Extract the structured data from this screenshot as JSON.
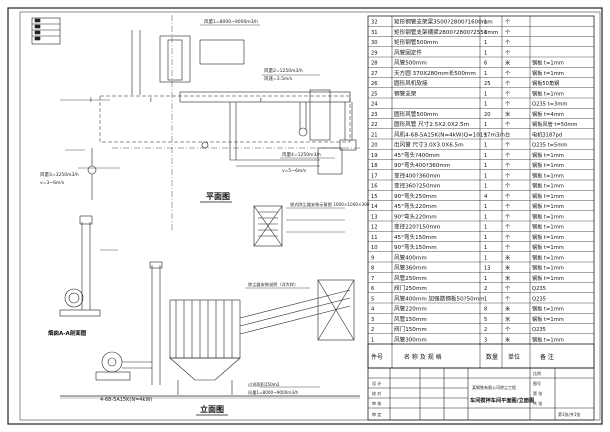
{
  "drawing": {
    "plan_view_title": "平面图",
    "elevation_view_title": "立面图",
    "section_title": "烟囱A-A剖面图",
    "section_label_1": "1",
    "section_label_2": "2",
    "section_label_I": "I",
    "callout_top": "风量1=8000~9000m3/h",
    "callout_mid_1": "风量2=1250m3/h",
    "callout_mid_2": "风速=3.5m/s",
    "callout_left_1": "风量3=3250m3/h",
    "callout_left_2": "v=3~6m/s",
    "callout_right_1": "风量4=1250m3/h",
    "callout_right_2": "v=5~6m/s",
    "elevation_note": "除尘器安装说明（详大样）",
    "elevation_bottom_1": "4-68-5A15K(N=4kW)",
    "elevation_bottom_2": "过滤面积150m2",
    "elevation_bottom_3": "风量1=8000~9000m3/h",
    "detail_title": "袋式除尘器安装示意图 1000×1000×300"
  },
  "table": {
    "headers": [
      "件号",
      "名 称 及 规 格",
      "数量",
      "单位",
      "备 注"
    ],
    "rows": [
      [
        "32",
        "矩形钢管支架梁3500?2800?1600mm",
        "1",
        "个",
        ""
      ],
      [
        "31",
        "矩形钢管支架横梁2800?2800?2550mm",
        "1",
        "个",
        ""
      ],
      [
        "30",
        "矩形钢管500mm",
        "1",
        "个",
        ""
      ],
      [
        "29",
        "风管固定件",
        "1",
        "个",
        ""
      ],
      [
        "28",
        "风管500mm",
        "6",
        "米",
        "钢板 t=1mm"
      ],
      [
        "27",
        "天方圆 370X280mm长500mm",
        "1",
        "个",
        "钢板 t=1mm"
      ],
      [
        "26",
        "圆形风机软接",
        "25",
        "个",
        "钢板50角钢"
      ],
      [
        "25",
        "钢管支架",
        "1",
        "个",
        "钢板 t=1mm"
      ],
      [
        "24",
        "",
        "1",
        "个",
        "Q235 t=3mm"
      ],
      [
        "23",
        "圆形风管500mm",
        "20",
        "米",
        "钢板 t=4mm"
      ],
      [
        "22",
        "圆形风管  尺寸2.5X2.0X2.5m",
        "1",
        "个",
        "钢板风管 t=50mm"
      ],
      [
        "21",
        "风机4-68-5A15K(N=4kW)Q=10197m3/h",
        "1",
        "台",
        "电机3187pd"
      ],
      [
        "20",
        "出风管  尺寸3.0X3.0X6.5m",
        "1",
        "个",
        "Q235 t=5mm"
      ],
      [
        "19",
        "45°弯头?400mm",
        "1",
        "个",
        "钢板 t=1mm"
      ],
      [
        "18",
        "90°弯头400?360mm",
        "1",
        "个",
        "钢板 t=1mm"
      ],
      [
        "17",
        "变径400?360mm",
        "1",
        "个",
        "钢板 t=1mm"
      ],
      [
        "16",
        "变径360?250mm",
        "1",
        "个",
        "钢板 t=1mm"
      ],
      [
        "15",
        "90°弯头250mm",
        "4",
        "个",
        "钢板 t=1mm"
      ],
      [
        "14",
        "45°弯头220mm",
        "1",
        "个",
        "钢板 t=1mm"
      ],
      [
        "13",
        "90°弯头220mm",
        "1",
        "个",
        "钢板 t=1mm"
      ],
      [
        "12",
        "变径220?150mm",
        "1",
        "个",
        "钢板 t=1mm"
      ],
      [
        "11",
        "45°弯头150mm",
        "1",
        "个",
        "钢板 t=1mm"
      ],
      [
        "10",
        "90°弯头150mm",
        "1",
        "个",
        "钢板 t=1mm"
      ],
      [
        "9",
        "风管400mm",
        "1",
        "米",
        "钢板 t=1mm"
      ],
      [
        "8",
        "风管360mm",
        "13",
        "米",
        "钢板 t=1mm"
      ],
      [
        "7",
        "风管250mm",
        "1",
        "米",
        "钢板 t=1mm"
      ],
      [
        "6",
        "阀门250mm",
        "2",
        "个",
        "Q235"
      ],
      [
        "5",
        "风管400mm  加强筋钢板50?50mm",
        "1",
        "个",
        "Q235"
      ],
      [
        "4",
        "风管220mm",
        "8",
        "米",
        "钢板 t=1mm"
      ],
      [
        "3",
        "风管150mm",
        "5",
        "米",
        "钢板 t=1mm"
      ],
      [
        "2",
        "阀门150mm",
        "2",
        "个",
        "Q235"
      ],
      [
        "1",
        "风管300mm",
        "3",
        "米",
        "钢板 t=1mm"
      ]
    ]
  },
  "title_block": {
    "drawing_name": "车间搅拌车间平面图/立面图",
    "project": "某钢铁有限公司除尘工程",
    "label_design": "设 计",
    "label_check": "校 对",
    "label_review": "审 核",
    "label_approve": "审 定",
    "label_scale": "比例",
    "label_sheet": "第 张",
    "label_total": "共 张",
    "label_drawing_no": "图号",
    "sheet_no": "第1张/共1张"
  }
}
